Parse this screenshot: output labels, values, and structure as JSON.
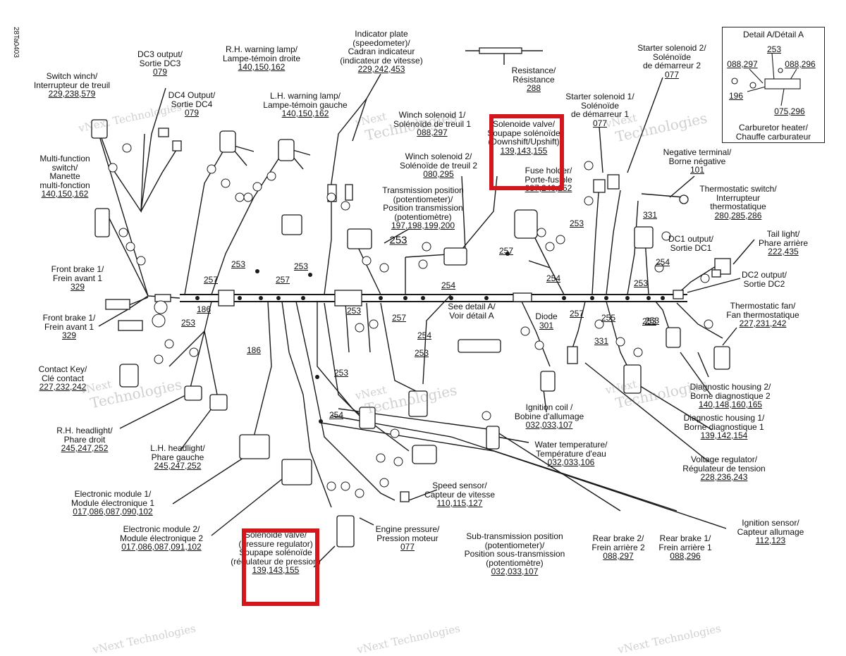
{
  "side_code": "28Ta0403",
  "watermark": {
    "line1": "vNext",
    "line2": "Technologies",
    "inline": "vNext Technologies"
  },
  "detail_box": {
    "title": "Detail A/Détail A",
    "caption_line1": "Carburetor heater/",
    "caption_line2": "Chauffe carburateur",
    "refs": [
      "253",
      "088,297",
      "088,296",
      "196",
      "075,296"
    ]
  },
  "labels": {
    "dc3": [
      "DC3 output/",
      "Sortie DC3",
      "079"
    ],
    "switch_winch": [
      "Switch winch/",
      "Interrupteur de treuil",
      "229,238,579"
    ],
    "dc4": [
      "DC4 Output/",
      "Sortie DC4",
      "079"
    ],
    "rh_warning": [
      "R.H. warning lamp/",
      "Lampe-témoin droite",
      "140,150,162"
    ],
    "lh_warning": [
      "L.H. warning lamp/",
      "Lampe-témoin gauche",
      "140,150,162"
    ],
    "indicator": [
      "Indicator plate",
      "(speedometer)/",
      "Cadran indicateur",
      "(indicateur de vitesse)",
      "229,242,453"
    ],
    "resistance": [
      "Resistance/",
      "Résistance",
      "288"
    ],
    "starter2": [
      "Starter solenoid 2/",
      "Solénoïde",
      "de démarreur 2",
      "077"
    ],
    "starter1": [
      "Starter solenoid 1/",
      "Solénoïde",
      "de démarreur 1",
      "077"
    ],
    "winch1": [
      "Winch solenoid 1/",
      "Solénoïde de treuil 1",
      "088,297"
    ],
    "solenoid_shift": [
      "Solenoide valve/",
      "Soupape solénoïde",
      "(Downshift/Upshift)",
      "139,143,155"
    ],
    "winch2": [
      "Winch solenoid 2/",
      "Solénoïde de treuil 2",
      "080,295"
    ],
    "fuse": [
      "Fuse holder/",
      "Porte-fusible",
      "087,240,252"
    ],
    "negative": [
      "Negative terminal/",
      "Borne négative",
      "101"
    ],
    "multifunction": [
      "Multi-function",
      "switch/",
      "Manette",
      "multi-fonction",
      "140,150,162"
    ],
    "transmission": [
      "Transmission position",
      "(potentiometer)/",
      "Position transmission",
      "(potentiomètre)",
      "197,198,199,200"
    ],
    "thermo_switch": [
      "Thermostatic switch/",
      "Interrupteur",
      "thermostatique",
      "280,285,286"
    ],
    "tail": [
      "Tail light/",
      "Phare arrière",
      "222,435"
    ],
    "dc1": [
      "DC1 output/",
      "Sortie DC1"
    ],
    "front_brake1": [
      "Front brake 1/",
      "Frein avant 1",
      "329"
    ],
    "front_brake1b": [
      "Front brake 1/",
      "Frein avant 1",
      "329"
    ],
    "dc2": [
      "DC2 output/",
      "Sortie DC2"
    ],
    "see_detail": [
      "See detail A/",
      "Voir détail A"
    ],
    "diode": [
      "Diode",
      "301"
    ],
    "thermo_fan": [
      "Thermostatic fan/",
      "Fan thermostatique",
      "227,231,242"
    ],
    "contact_key": [
      "Contact Key/",
      "Clé contact",
      "227,232,242"
    ],
    "diag2": [
      "Diagnostic housing 2/",
      "Borne diagnostique 2",
      "140,148,160,165"
    ],
    "ignition_coil": [
      "Ignition coil /",
      "Bobine d'allumage",
      "032,033,107"
    ],
    "diag1": [
      "Diagnostic housing 1/",
      "Borne diagnostique 1",
      "139,142,154"
    ],
    "rh_headlight": [
      "R.H. headlight/",
      "Phare droit",
      "245,247,252"
    ],
    "lh_headlight": [
      "L.H. headlight/",
      "Phare gauche",
      "245,247,252"
    ],
    "water_temp": [
      "Water temperature/",
      "Température d'eau",
      "032,033,106"
    ],
    "voltage": [
      "Voltage regulator/",
      "Régulateur de tension",
      "228,236,243"
    ],
    "speed": [
      "Speed sensor/",
      "Capteur de vitesse",
      "110,115,127"
    ],
    "ecm1": [
      "Electronic module 1/",
      "Module électronique 1",
      "017,086,087,090,102"
    ],
    "ignition_sensor": [
      "Ignition sensor/",
      "Capteur allumage",
      "112,123"
    ],
    "ecm2": [
      "Electronic module 2/",
      "Module électronique 2",
      "017,086,087,091,102"
    ],
    "engine_pressure": [
      "Engine pressure/",
      "Pression moteur",
      "077"
    ],
    "sub_trans": [
      "Sub-transmission position",
      "(potentiometer)/",
      "Position sous-transmission",
      "(potentiomètre)",
      "032,033,107"
    ],
    "rear_brake2": [
      "Rear brake 2/",
      "Frein arrière 2",
      "088,297"
    ],
    "rear_brake1": [
      "Rear brake 1/",
      "Frein arrière 1",
      "088,296"
    ],
    "solenoid_pressure": [
      "Solenoide valve/",
      "(pressure regulator)",
      "Soupape solénoïde",
      "(régulateur de pression)",
      "139,143,155"
    ]
  },
  "harness_numbers": {
    "n257a": "257",
    "n186a": "186",
    "n253a": "253",
    "n257b": "257",
    "n253b": "253",
    "n253big": "253",
    "n254a": "254",
    "n257c": "257",
    "n253c": "253",
    "n254b": "254",
    "n331a": "331",
    "n253d": "253",
    "n254c": "254",
    "n253e": "253",
    "n257d": "257",
    "n255": "255",
    "n253f": "253",
    "n253g": "253",
    "n186b": "186",
    "n253h": "253",
    "n257e": "257",
    "n254d": "254",
    "n253i": "253",
    "n331b": "331",
    "n253j": "253",
    "n254e": "254"
  },
  "colors": {
    "highlight": "#d4161d",
    "line": "#1a1a1a"
  }
}
